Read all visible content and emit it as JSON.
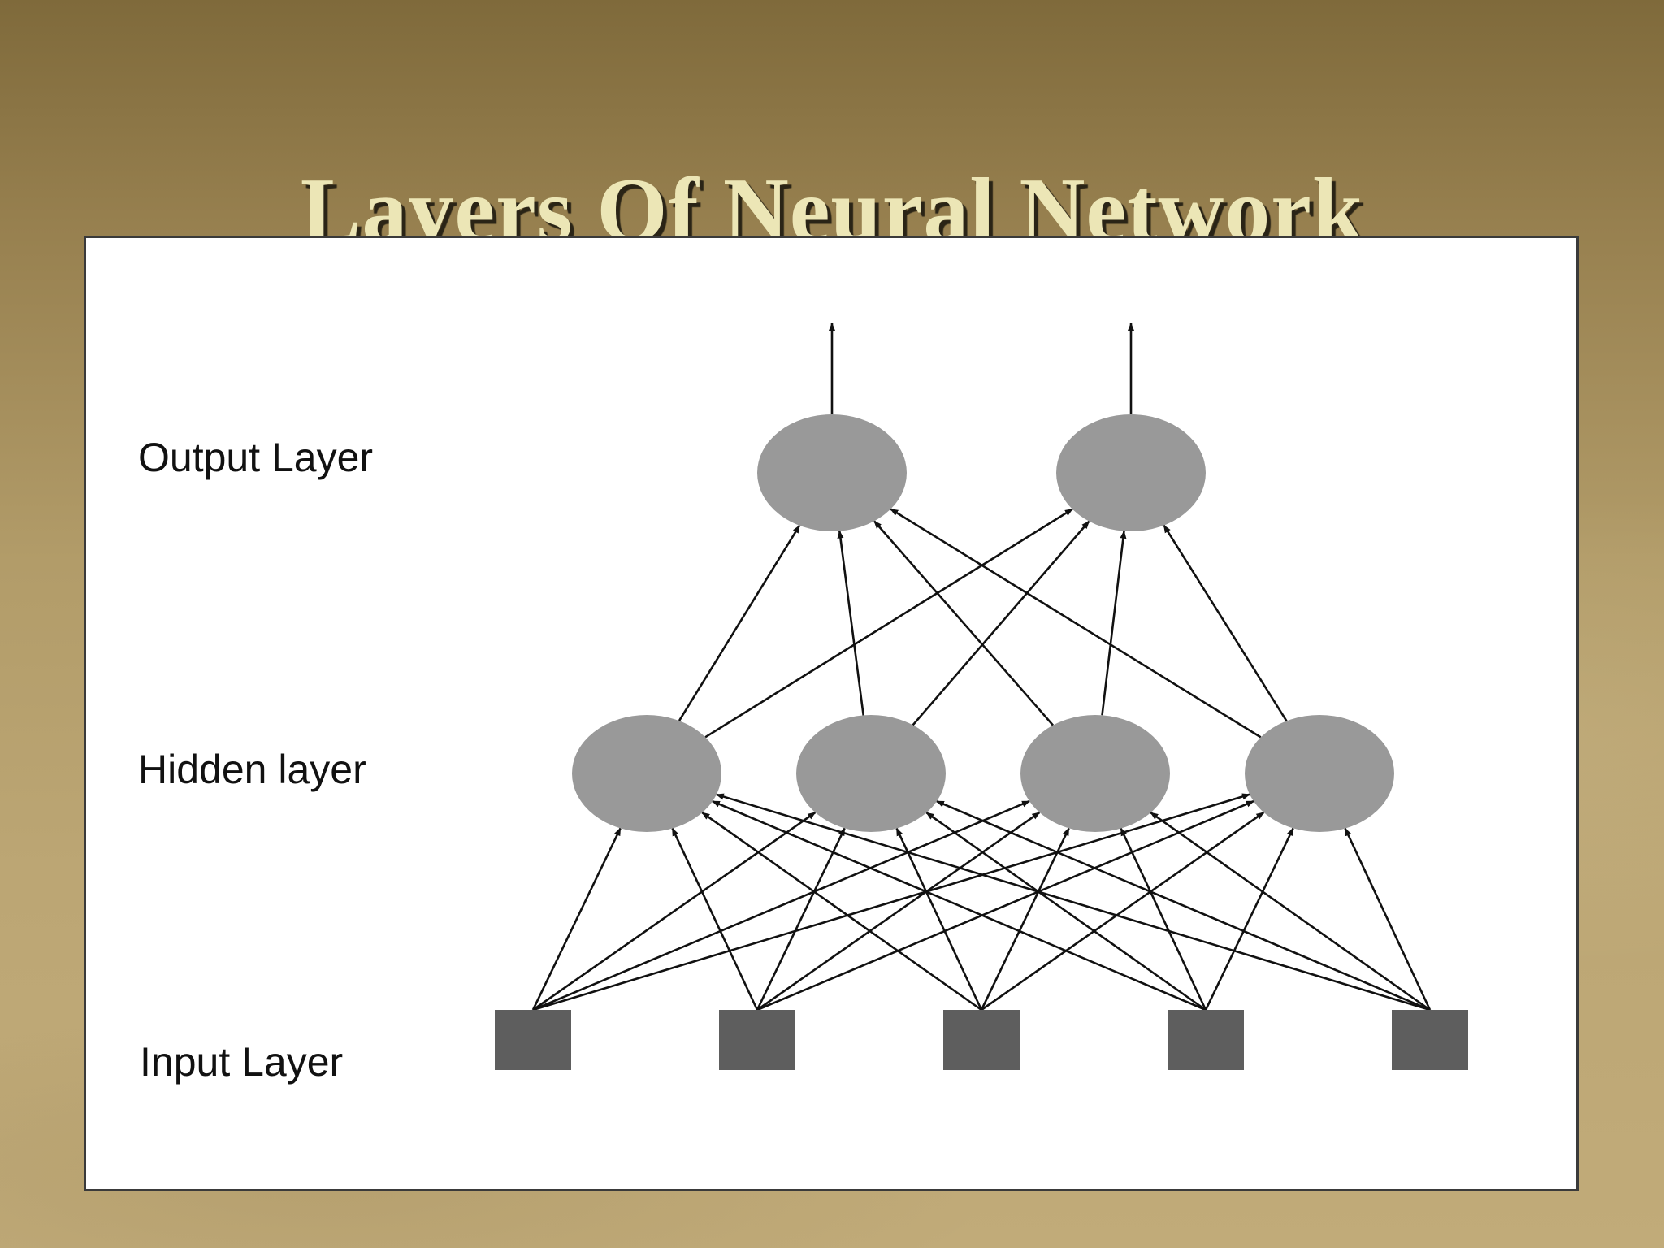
{
  "slide": {
    "title": "Layers Of Neural Network"
  },
  "diagram": {
    "layers": {
      "output_label": "Output Layer",
      "hidden_label": "Hidden layer",
      "input_label": "Input Layer"
    },
    "counts": {
      "input_nodes": 5,
      "hidden_nodes": 4,
      "output_nodes": 2
    },
    "connectivity": "fully-connected",
    "output_arrows": 2,
    "colors": {
      "node_fill": "#999999",
      "input_fill": "#5e5e5e",
      "edge_color": "#111111",
      "title_color": "#ece6b6"
    }
  }
}
